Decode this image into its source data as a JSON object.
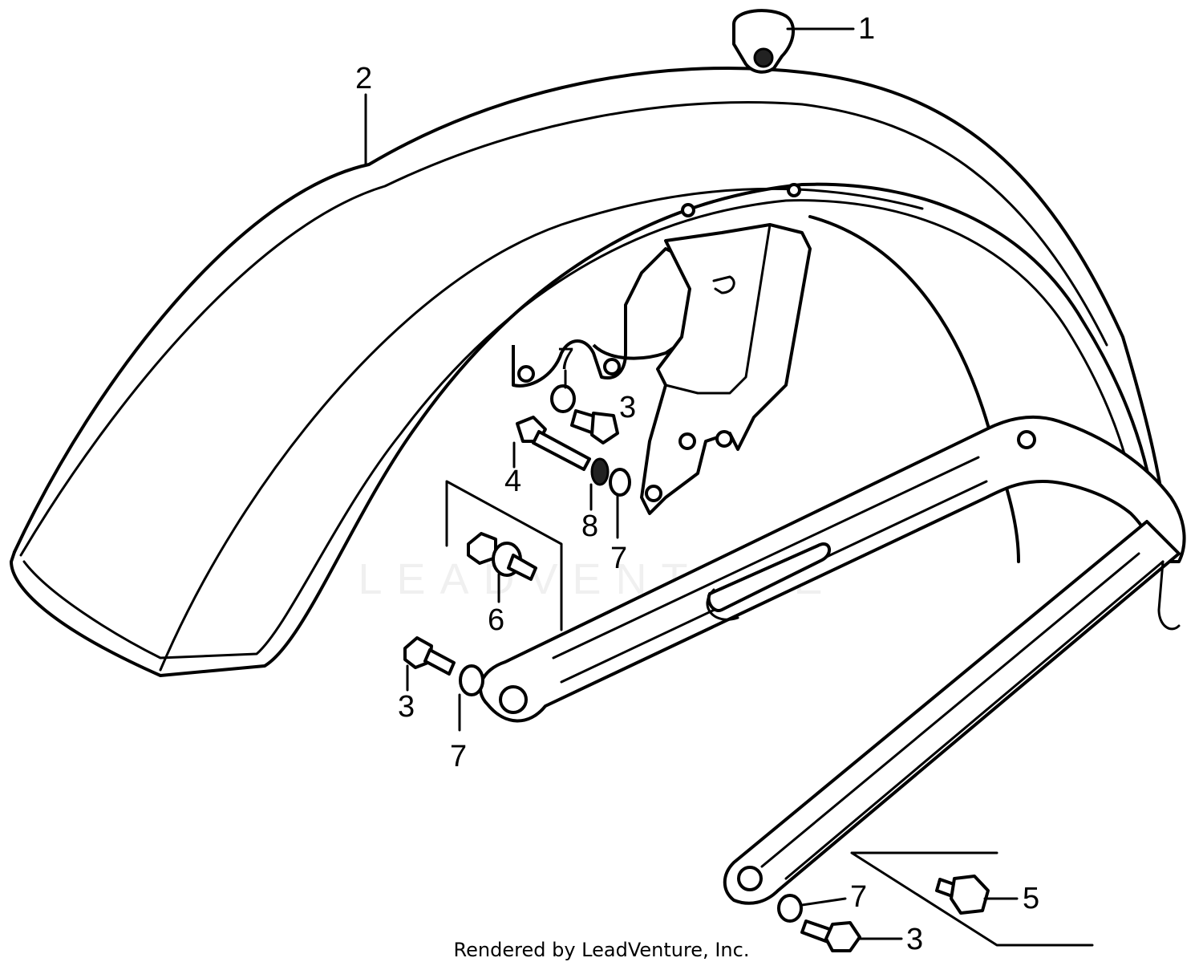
{
  "watermark": "LEADVENTURE",
  "footer": "Rendered by LeadVenture, Inc.",
  "callouts": [
    {
      "id": "c1",
      "label": "1"
    },
    {
      "id": "c2",
      "label": "2"
    },
    {
      "id": "c3a",
      "label": "3"
    },
    {
      "id": "c7a",
      "label": "7"
    },
    {
      "id": "c4",
      "label": "4"
    },
    {
      "id": "c8",
      "label": "8"
    },
    {
      "id": "c7b",
      "label": "7"
    },
    {
      "id": "c6",
      "label": "6"
    },
    {
      "id": "c3b",
      "label": "3"
    },
    {
      "id": "c7c",
      "label": "7"
    },
    {
      "id": "c7d",
      "label": "7"
    },
    {
      "id": "c5",
      "label": "5"
    },
    {
      "id": "c3c",
      "label": "3"
    }
  ]
}
